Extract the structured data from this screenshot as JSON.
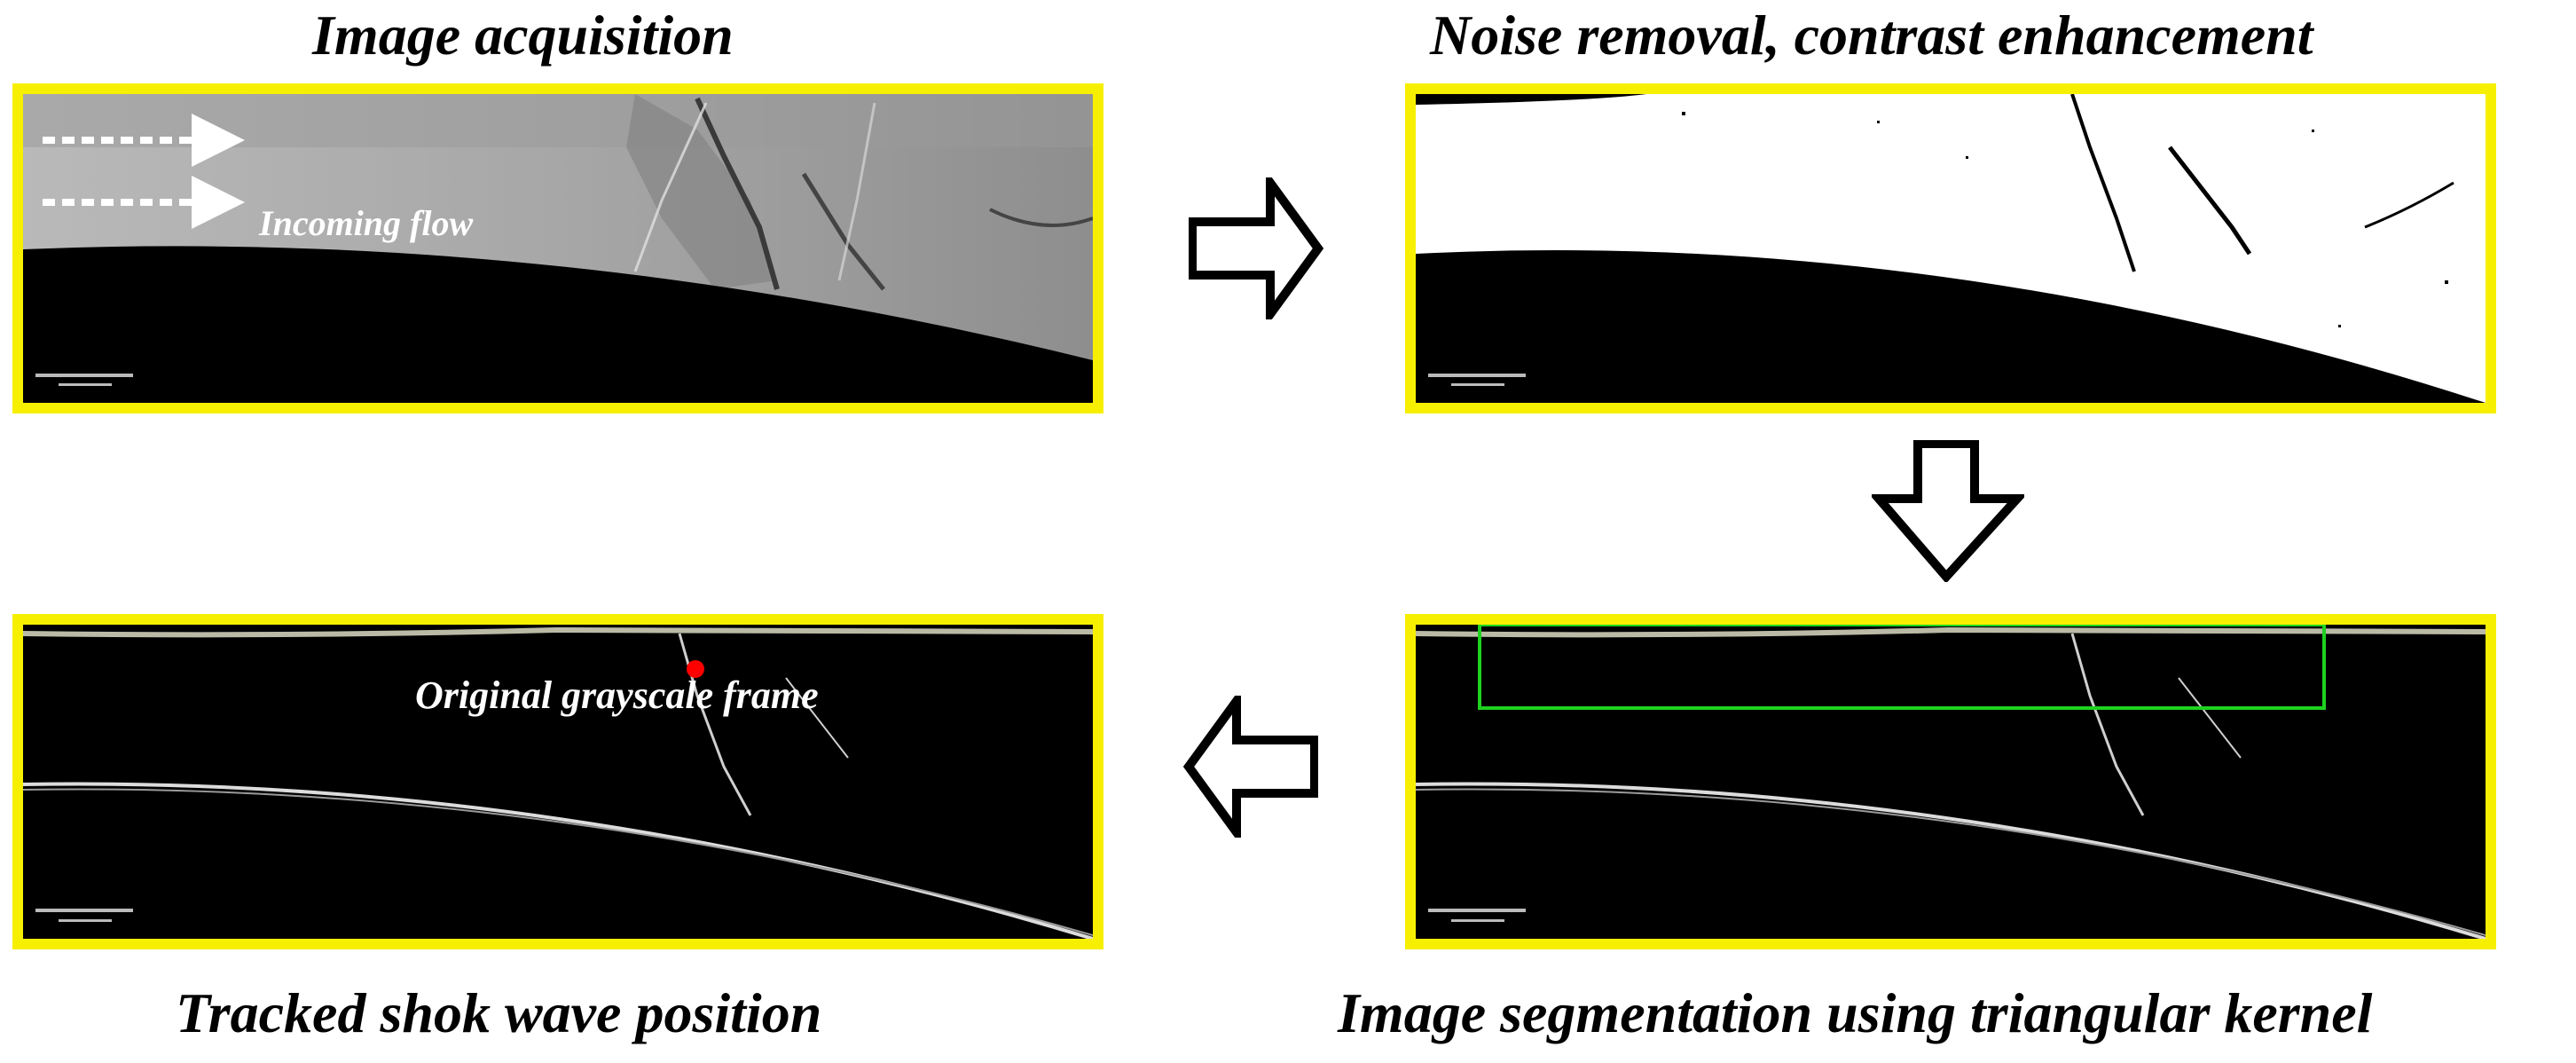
{
  "panels": {
    "acquisition": {
      "title": "Image acquisition",
      "flow_label": "Incoming flow"
    },
    "noise": {
      "title": "Noise removal, contrast enhancement"
    },
    "segmentation": {
      "title": "Image segmentation using triangular kernel"
    },
    "tracked": {
      "title": "Tracked shok wave position",
      "frame_label": "Original grayscale frame"
    }
  },
  "colors": {
    "frame_border": "#f7ef00",
    "roi_box": "#1fd21f",
    "tracked_point": "#ff0000"
  },
  "icons": {
    "step_arrow": "hollow-arrow-icon"
  }
}
